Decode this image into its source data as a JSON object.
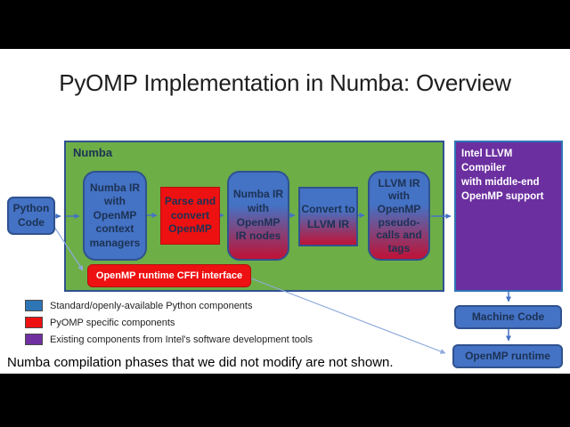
{
  "slide": {
    "title": "PyOMP Implementation in Numba: Overview",
    "footnote": "Numba compilation phases that we did not modify are not shown."
  },
  "diagram": {
    "python_code": {
      "label": "Python\nCode"
    },
    "numba_container": {
      "label": "Numba"
    },
    "numba_ir_context": {
      "label": "Numba IR\nwith\nOpenMP\ncontext\nmanagers"
    },
    "parse_convert": {
      "label": "Parse and\nconvert\nOpenMP"
    },
    "numba_ir_nodes": {
      "label": "Numba IR\nwith\nOpenMP\nIR nodes"
    },
    "convert_llvm": {
      "label": "Convert to\nLLVM IR"
    },
    "llvm_ir_pseudo": {
      "label": "LLVM IR\nwith\nOpenMP\npseudo-\ncalls and\ntags"
    },
    "cffi_interface": {
      "label": "OpenMP runtime CFFI interface"
    },
    "intel_compiler": {
      "label": "Intel LLVM Compiler\nwith middle-end\nOpenMP support"
    },
    "machine_code": {
      "label": "Machine Code"
    },
    "openmp_runtime": {
      "label": "OpenMP runtime"
    }
  },
  "legend": {
    "items": [
      {
        "color": "#2E75B6",
        "label": "Standard/openly-available Python components"
      },
      {
        "color": "#EE1111",
        "label": "PyOMP specific components"
      },
      {
        "color": "#7030A0",
        "label": "Existing components from Intel's software development tools"
      }
    ]
  },
  "colors": {
    "standard_blue": "#4472C4",
    "pyomp_red": "#EE1111",
    "intel_purple": "#6B2FA0",
    "numba_green": "#6DAE47",
    "gradient_bottom": "#C01236",
    "box_border": "#2F528F",
    "box_text": "#1C3254",
    "arrow_blue": "#4472C4",
    "arrow_light": "#8FAADC"
  }
}
